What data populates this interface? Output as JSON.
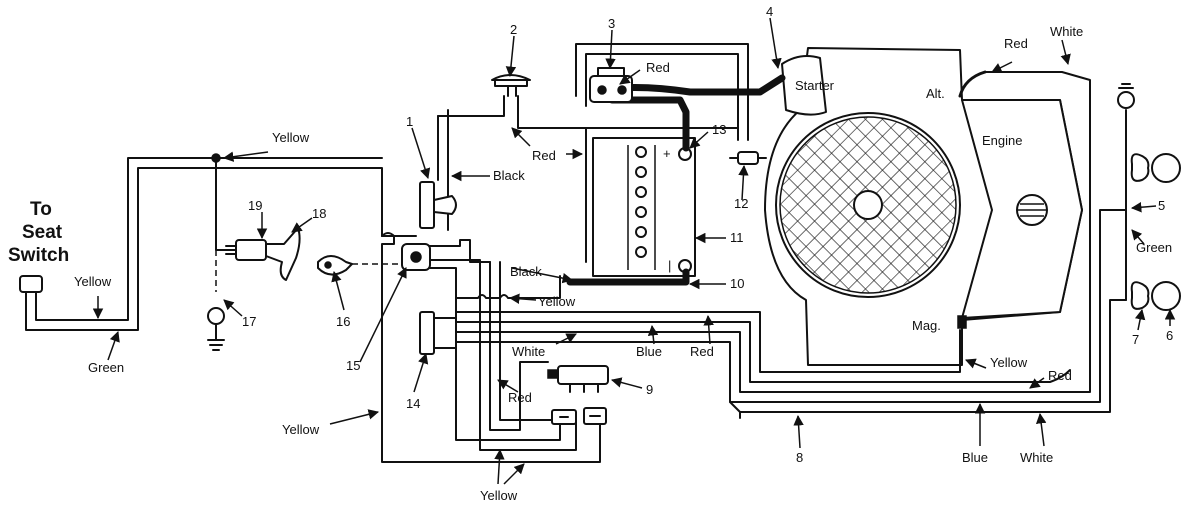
{
  "labels": {
    "seat_switch_1": "To",
    "seat_switch_2": "Seat",
    "seat_switch_3": "Switch"
  },
  "engine": {
    "starter": "Starter",
    "alt": "Alt.",
    "engine": "Engine",
    "mag": "Mag."
  },
  "battery": {
    "plus": "+",
    "minus": "|"
  },
  "wires": {
    "yellow": "Yellow",
    "green": "Green",
    "black": "Black",
    "red": "Red",
    "white": "White",
    "blue": "Blue"
  },
  "callouts": {
    "c1": "1",
    "c2": "2",
    "c3": "3",
    "c4": "4",
    "c5": "5",
    "c6": "6",
    "c7": "7",
    "c8": "8",
    "c9": "9",
    "c10": "10",
    "c11": "11",
    "c12": "12",
    "c13": "13",
    "c14": "14",
    "c15": "15",
    "c16": "16",
    "c17": "17",
    "c18": "18",
    "c19": "19"
  }
}
